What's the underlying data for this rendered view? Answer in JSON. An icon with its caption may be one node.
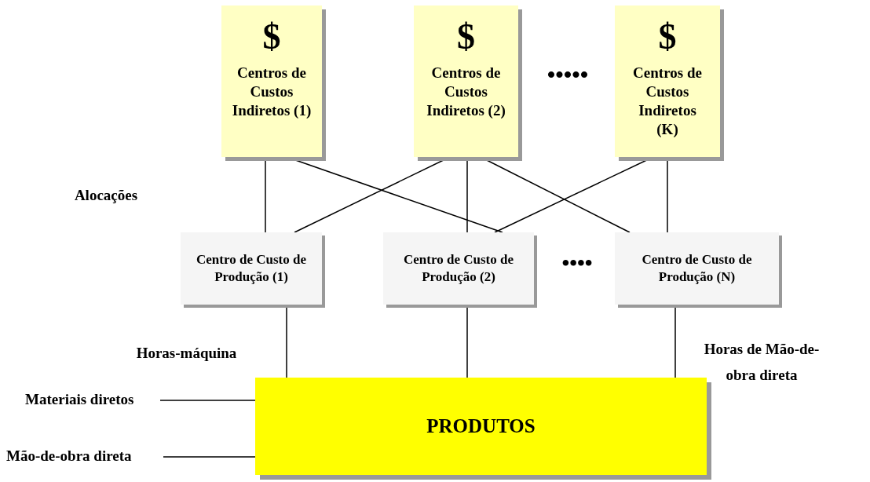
{
  "diagram": {
    "nodes": [
      {
        "text": [
          "$",
          "Centros de Custos Indiretos (1)"
        ]
      },
      {
        "text": [
          "$",
          "Centros de Custos Indiretos (2)"
        ]
      },
      {
        "text": [
          "$",
          "Centros de Custos Indiretos (K)"
        ]
      },
      {
        "text": [
          "Centro de Custo de Produção (1)"
        ]
      },
      {
        "text": [
          "Centro de Custo de Produção (2)"
        ]
      },
      {
        "text": [
          "Centro de Custo de Produção (N)"
        ]
      },
      {
        "text": [
          "PRODUTOS"
        ]
      },
      {
        "text": [
          "Materiais diretos"
        ]
      },
      {
        "text": [
          "Mão-de-obra direta"
        ]
      }
    ],
    "edges": [
      {
        "from": 0,
        "to": 3,
        "arrow": "none"
      },
      {
        "from": 0,
        "to": 4,
        "arrow": "none"
      },
      {
        "from": 1,
        "to": 3,
        "arrow": "none"
      },
      {
        "from": 1,
        "to": 4,
        "arrow": "none"
      },
      {
        "from": 1,
        "to": 5,
        "arrow": "none"
      },
      {
        "from": 2,
        "to": 4,
        "arrow": "none"
      },
      {
        "from": 2,
        "to": 5,
        "arrow": "none"
      },
      {
        "from": 3,
        "to": 6,
        "arrow": "none"
      },
      {
        "from": 4,
        "to": 6,
        "arrow": "none"
      },
      {
        "from": 5,
        "to": 6,
        "arrow": "none"
      },
      {
        "from": 7,
        "to": 6,
        "arrow": "none"
      },
      {
        "from": 8,
        "to": 6,
        "arrow": "none"
      }
    ],
    "labels": [
      "•••••",
      "Alocações",
      "••••",
      "Horas-máquina",
      "Horas de Mão-de-obra direta"
    ]
  }
}
